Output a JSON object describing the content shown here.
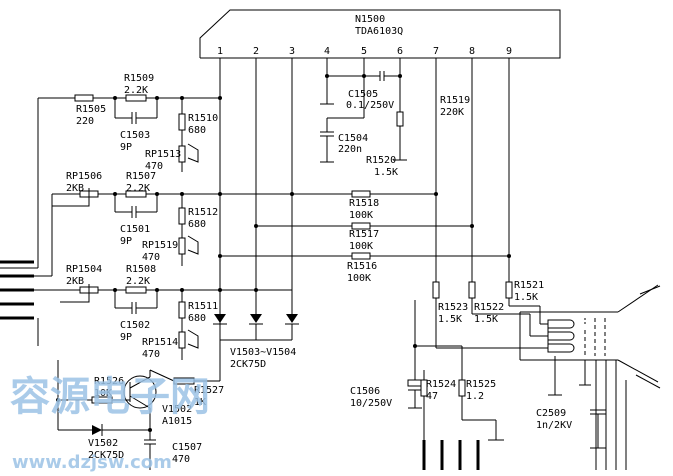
{
  "ic": {
    "ref": "N1500",
    "part": "TDA6103Q",
    "pins": [
      "1",
      "2",
      "3",
      "4",
      "5",
      "6",
      "7",
      "8",
      "9"
    ]
  },
  "components": {
    "r1505": {
      "ref": "R1505",
      "value": "220"
    },
    "r1509": {
      "ref": "R1509",
      "value": "2.2K"
    },
    "c1503": {
      "ref": "C1503",
      "value": "9P"
    },
    "r1510": {
      "ref": "R1510",
      "value": "680"
    },
    "rp1513": {
      "ref": "RP1513",
      "value": "470"
    },
    "rp1506": {
      "ref": "RP1506",
      "value": "2KB"
    },
    "r1507": {
      "ref": "R1507",
      "value": "2.2K"
    },
    "c1501": {
      "ref": "C1501",
      "value": "9P"
    },
    "r1512": {
      "ref": "R1512",
      "value": "680"
    },
    "rp1519": {
      "ref": "RP1519",
      "value": "470"
    },
    "rp1504": {
      "ref": "RP1504",
      "value": "2KB"
    },
    "r1508": {
      "ref": "R1508",
      "value": "2.2K"
    },
    "c1502": {
      "ref": "C1502",
      "value": "9P"
    },
    "r1511": {
      "ref": "R1511",
      "value": "680"
    },
    "rp1514": {
      "ref": "RP1514",
      "value": "470"
    },
    "c1505": {
      "ref": "C1505",
      "value": "0.1/250V"
    },
    "c1504": {
      "ref": "C1504",
      "value": "220n"
    },
    "r1520": {
      "ref": "R1520",
      "value": "1.5K"
    },
    "r1519": {
      "ref": "R1519",
      "value": "220K"
    },
    "r1518": {
      "ref": "R1518",
      "value": "100K"
    },
    "r1517": {
      "ref": "R1517",
      "value": "100K"
    },
    "r1516": {
      "ref": "R1516",
      "value": "100K"
    },
    "r1521": {
      "ref": "R1521",
      "value": "1.5K"
    },
    "r1522": {
      "ref": "R1522",
      "value": "1.5K"
    },
    "r1523": {
      "ref": "R1523",
      "value": "1.5K"
    },
    "v1503": {
      "ref": "V1503~V1504",
      "value": "2CK75D"
    },
    "r1526": {
      "ref": "R1526",
      "value": "10K"
    },
    "v1502t": {
      "ref": "V1502",
      "value": "A1015"
    },
    "r1527": {
      "ref": "R1527",
      "value": "1K"
    },
    "v1502d": {
      "ref": "V1502",
      "value": "2CK75D"
    },
    "c1507": {
      "ref": "C1507",
      "value": "470"
    },
    "c1506": {
      "ref": "C1506",
      "value": "10/250V"
    },
    "r1524": {
      "ref": "R1524",
      "value": "47"
    },
    "r1525": {
      "ref": "R1525",
      "value": "1.2"
    },
    "c2509": {
      "ref": "C2509",
      "value": "1n/2KV"
    }
  },
  "watermark": {
    "cn": "容源电子网",
    "url": "www.dzjsw.com"
  }
}
